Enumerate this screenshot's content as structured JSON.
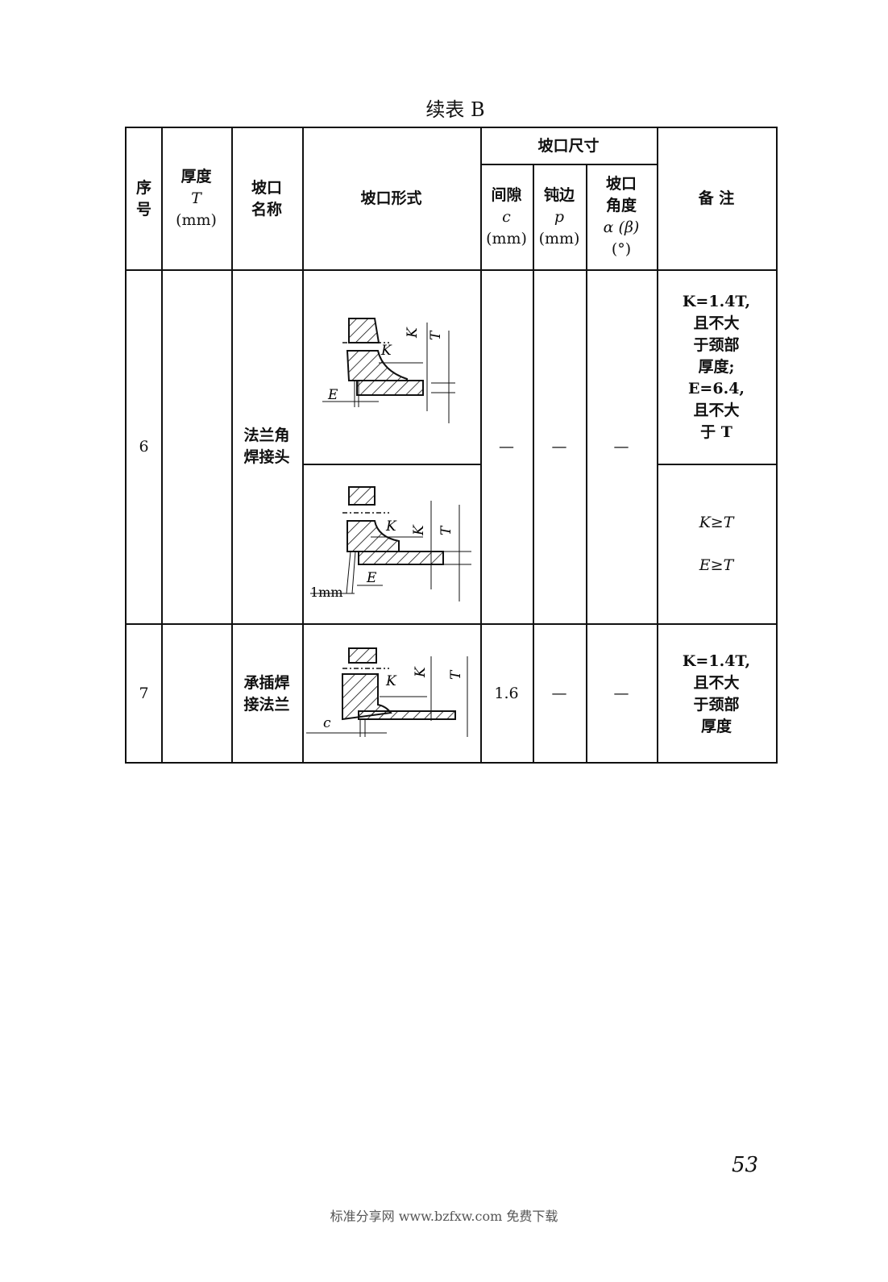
{
  "title": "续表 B",
  "header": {
    "seq": "序号",
    "thickness": [
      "厚度",
      "T",
      "(mm)"
    ],
    "groove_name": [
      "坡口",
      "名称"
    ],
    "groove_form": "坡口形式",
    "groove_size": "坡口尺寸",
    "gap": [
      "间隙",
      "c",
      "(mm)"
    ],
    "blunt": [
      "钝边",
      "p",
      "(mm)"
    ],
    "angle": [
      "坡口",
      "角度",
      "α (β)",
      "(°)"
    ],
    "remark": "备 注"
  },
  "rows": [
    {
      "seq": "6",
      "name": [
        "法兰角",
        "焊接头"
      ],
      "gap": "—",
      "blunt": "—",
      "angle": "—",
      "remarks_a": [
        "K=1.4T,",
        "且不大",
        "于颈部",
        "厚度;",
        "E=6.4,",
        "且不大",
        "于 T"
      ],
      "remarks_b": [
        "K≥T",
        "E≥T"
      ],
      "diagram_a_labels": {
        "k1": "K",
        "k2": "K",
        "t": "T",
        "e": "E"
      },
      "diagram_b_labels": {
        "k1": "K",
        "k2": "K",
        "t": "T",
        "e": "E",
        "gap": "1mm"
      }
    },
    {
      "seq": "7",
      "name": [
        "承插焊",
        "接法兰"
      ],
      "gap": "1.6",
      "blunt": "—",
      "angle": "—",
      "remarks": [
        "K=1.4T,",
        "且不大",
        "于颈部",
        "厚度"
      ],
      "diagram_labels": {
        "k1": "K",
        "k2": "K",
        "t": "T",
        "c": "c"
      }
    }
  ],
  "page_number": "53",
  "footer": "标准分享网 www.bzfxw.com 免费下载"
}
